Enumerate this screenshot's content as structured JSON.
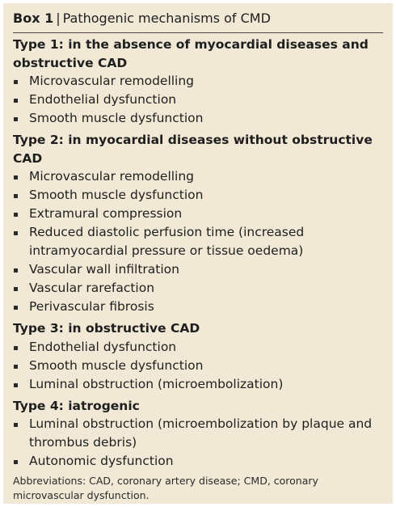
{
  "box": {
    "label": "Box 1",
    "separator": "|",
    "title": "Pathogenic mechanisms of CMD"
  },
  "sections": [
    {
      "heading": "Type 1: in the absence of myocardial diseases and obstructive CAD",
      "items": [
        "Microvascular remodelling",
        "Endothelial dysfunction",
        "Smooth muscle dysfunction"
      ]
    },
    {
      "heading": "Type 2: in myocardial diseases without obstructive CAD",
      "items": [
        "Microvascular remodelling",
        "Smooth muscle dysfunction",
        "Extramural compression",
        "Reduced diastolic perfusion time (increased intramyocardial pressure or tissue oedema)",
        "Vascular wall infiltration",
        "Vascular rarefaction",
        "Perivascular fibrosis"
      ]
    },
    {
      "heading": "Type 3: in obstructive CAD",
      "items": [
        "Endothelial dysfunction",
        "Smooth muscle dysfunction",
        "Luminal obstruction (microembolization)"
      ]
    },
    {
      "heading": "Type 4: iatrogenic",
      "items": [
        "Luminal obstruction (microembolization by plaque and thrombus debris)",
        "Autonomic dysfunction"
      ]
    }
  ],
  "footnote": "Abbreviations: CAD, coronary artery disease; CMD, coronary microvascular dysfunction.",
  "colors": {
    "background": "#f1e9d6",
    "text": "#1e1e1e",
    "bullet": "#2a2a2a"
  }
}
